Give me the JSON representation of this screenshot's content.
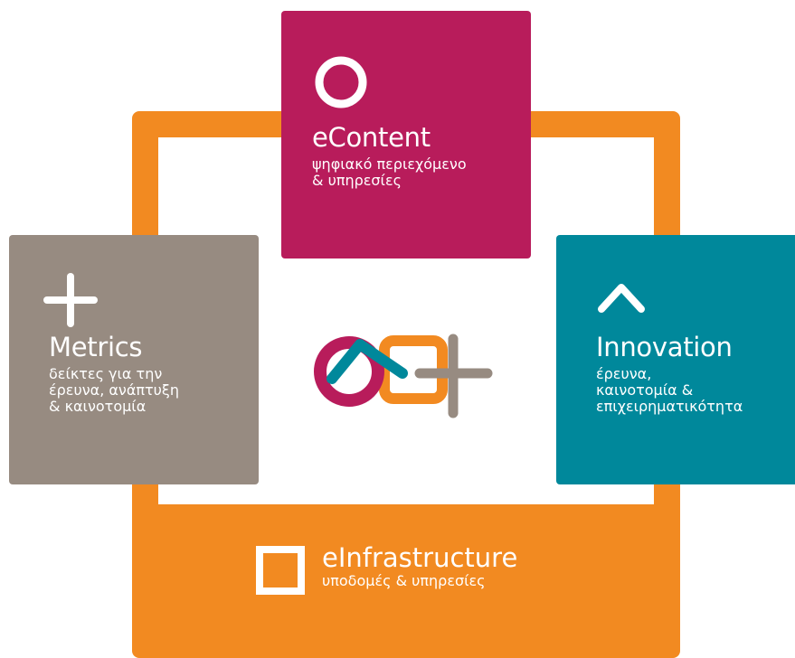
{
  "cards": {
    "econtent": {
      "title": "eContent",
      "subtitle_lines": [
        "ψηφιακό περιεχόμενο",
        "& υπηρεσίες"
      ],
      "icon": "circle-icon",
      "color": "#b81c5b"
    },
    "metrics": {
      "title": "Metrics",
      "subtitle_lines": [
        "δείκτες για την",
        "έρευνα, ανάπτυξη",
        "& καινοτομία"
      ],
      "icon": "plus-icon",
      "color": "#978b81"
    },
    "innovation": {
      "title": "Innovation",
      "subtitle_lines": [
        "έρευνα,",
        "καινοτομία &",
        "επιχειρηματικότητα"
      ],
      "icon": "caret-up-icon",
      "color": "#00889b"
    },
    "einfrastructure": {
      "title": "eInfrastructure",
      "subtitle": "υποδομές & υπηρεσίες",
      "icon": "square-icon",
      "color": "#f28a21"
    }
  },
  "center_logo": {
    "icon": "combined-logo-icon",
    "colors": [
      "#b81c5b",
      "#00889b",
      "#f28a21",
      "#978b81"
    ]
  }
}
